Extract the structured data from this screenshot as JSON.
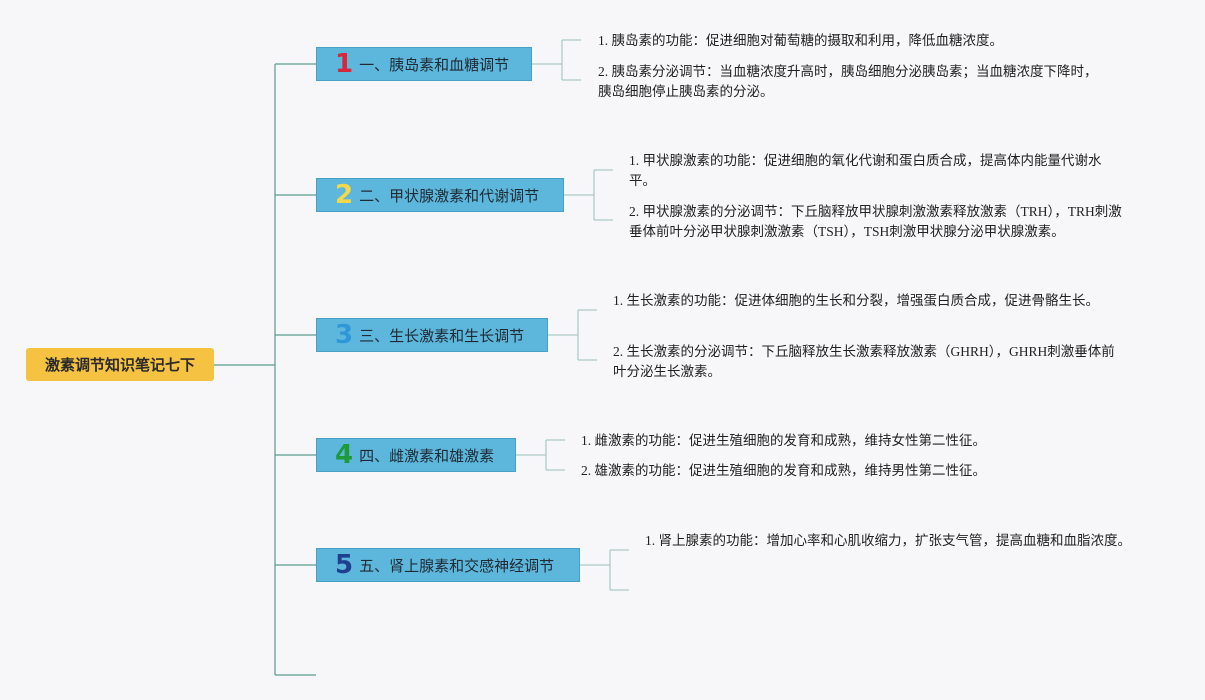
{
  "root": {
    "title": "激素调节知识笔记七下"
  },
  "branches": [
    {
      "num": "1",
      "num_color": "#d9263a",
      "label": "一、胰岛素和血糖调节",
      "leaves": [
        "1. 胰岛素的功能：促进细胞对葡萄糖的摄取和利用，降低血糖浓度。",
        "2. 胰岛素分泌调节：当血糖浓度升高时，胰岛细胞分泌胰岛素；当血糖浓度下降时，胰岛细胞停止胰岛素的分泌。"
      ]
    },
    {
      "num": "2",
      "num_color": "#f3d94a",
      "label": "二、甲状腺激素和代谢调节",
      "leaves": [
        "1. 甲状腺激素的功能：促进细胞的氧化代谢和蛋白质合成，提高体内能量代谢水平。",
        "2. 甲状腺激素的分泌调节：下丘脑释放甲状腺刺激激素释放激素（TRH），TRH刺激垂体前叶分泌甲状腺刺激激素（TSH），TSH刺激甲状腺分泌甲状腺激素。"
      ]
    },
    {
      "num": "3",
      "num_color": "#2f97d8",
      "label": "三、生长激素和生长调节",
      "leaves": [
        "1. 生长激素的功能：促进体细胞的生长和分裂，增强蛋白质合成，促进骨骼生长。",
        "2. 生长激素的分泌调节：下丘脑释放生长激素释放激素（GHRH），GHRH刺激垂体前叶分泌生长激素。"
      ]
    },
    {
      "num": "4",
      "num_color": "#1f9a3a",
      "label": "四、雌激素和雄激素",
      "leaves": [
        "1. 雌激素的功能：促进生殖细胞的发育和成熟，维持女性第二性征。",
        "2. 雄激素的功能：促进生殖细胞的发育和成熟，维持男性第二性征。"
      ]
    },
    {
      "num": "5",
      "num_color": "#1f3f8f",
      "label": "五、肾上腺素和交感神经调节",
      "leaves": [
        "1. 肾上腺素的功能：增加心率和心肌收缩力，扩张支气管，提高血糖和血脂浓度。"
      ]
    }
  ],
  "colors": {
    "line": "#5a9b8f",
    "root_bg": "#f5c242",
    "branch_bg": "#5db7dc"
  }
}
